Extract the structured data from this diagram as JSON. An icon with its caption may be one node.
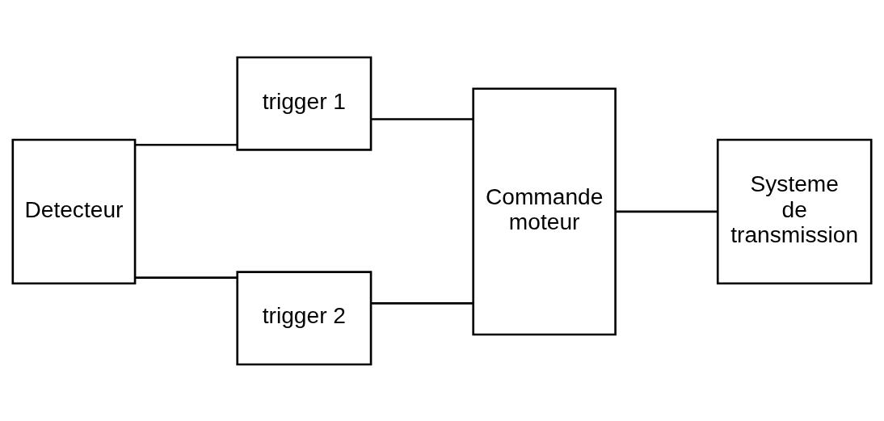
{
  "diagram": {
    "nodes": [
      {
        "text": [
          "Detecteur"
        ]
      },
      {
        "text": [
          "trigger 1"
        ]
      },
      {
        "text": [
          "trigger 2"
        ]
      },
      {
        "text": [
          "Commande moteur"
        ]
      },
      {
        "text": [
          "Systeme de transmission"
        ]
      }
    ],
    "edges": [
      {
        "from": 0,
        "to": 1,
        "arrow": "none"
      },
      {
        "from": 0,
        "to": 2,
        "arrow": "none"
      },
      {
        "from": 1,
        "to": 3,
        "arrow": "none"
      },
      {
        "from": 2,
        "to": 3,
        "arrow": "none"
      },
      {
        "from": 3,
        "to": 4,
        "arrow": "none"
      }
    ]
  }
}
